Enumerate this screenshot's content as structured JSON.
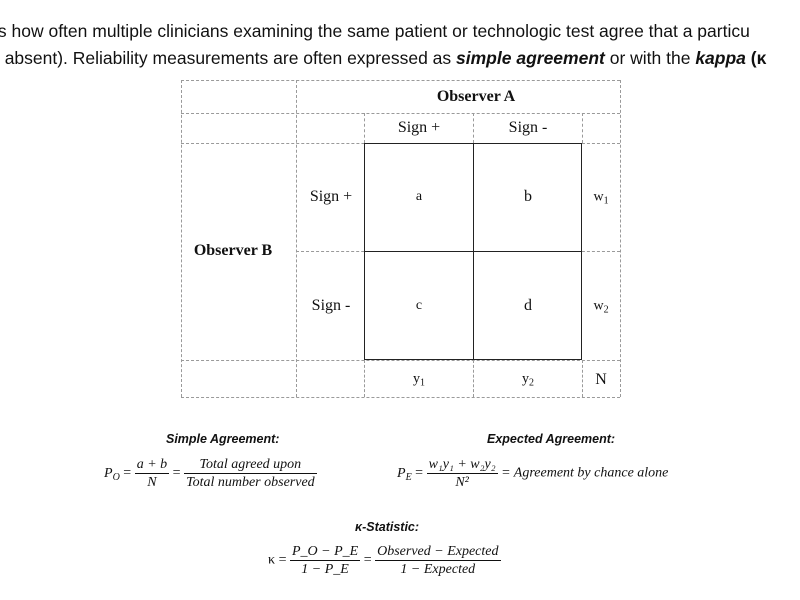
{
  "intro": {
    "line1": " is how often multiple clinicians examining the same patient or technologic test agree that a particu",
    "line2_a": "r absent). Reliability measurements are often expressed as ",
    "line2_b": "simple agreement",
    "line2_c": " or with the ",
    "line2_d": "kappa",
    "line2_e": " (κ"
  },
  "table": {
    "observer_a": "Observer A",
    "observer_b": "Observer B",
    "col_headers": [
      "Sign +",
      "Sign -"
    ],
    "row_headers": [
      "Sign +",
      "Sign -"
    ],
    "cells": [
      [
        "a",
        "b"
      ],
      [
        "c",
        "d"
      ]
    ],
    "row_totals": [
      "w",
      "w"
    ],
    "row_total_subs": [
      "1",
      "2"
    ],
    "col_totals": [
      "y",
      "y"
    ],
    "col_total_subs": [
      "1",
      "2"
    ],
    "grand_total": "N"
  },
  "formulas": {
    "simple_heading": "Simple Agreement:",
    "expected_heading": "Expected Agreement:",
    "kappa_heading": "κ-Statistic:",
    "po_lhs": "P",
    "po_sub": "O",
    "po_frac1_num": "a + b",
    "po_frac1_den": "N",
    "po_frac2_num": "Total agreed upon",
    "po_frac2_den": "Total number observed",
    "pe_lhs": "P",
    "pe_sub": "E",
    "pe_num": "w₁y₁ + w₂y₂",
    "pe_den": "N²",
    "pe_rhs": "= Agreement by chance alone",
    "k_lhs": "κ",
    "k_frac1_num": "P_O − P_E",
    "k_frac1_den": "1 − P_E",
    "k_frac2_num": "Observed − Expected",
    "k_frac2_den": "1 − Expected",
    "equals": "="
  }
}
